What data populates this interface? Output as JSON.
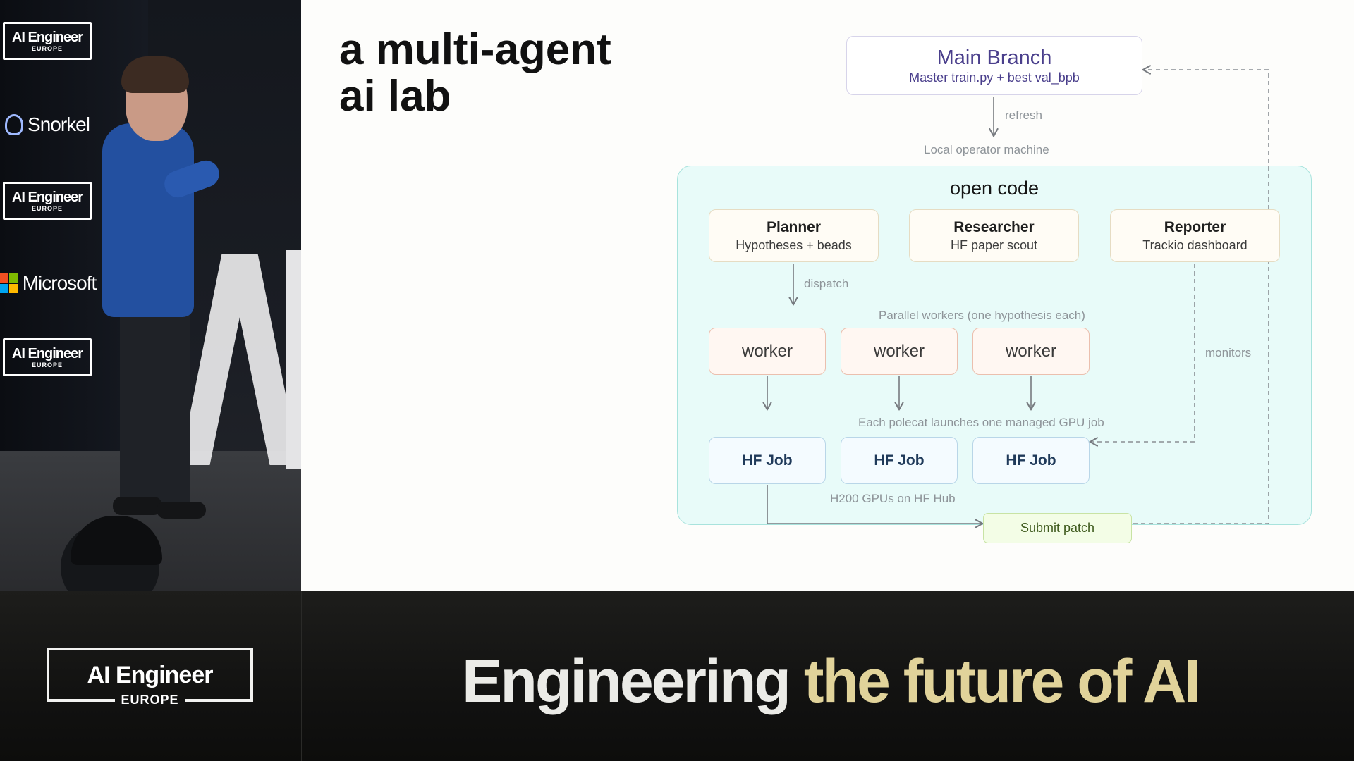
{
  "stage": {
    "sponsors": [
      {
        "name": "AI Engineer",
        "sub": "EUROPE"
      },
      {
        "name": "Snorkel",
        "sub": ""
      },
      {
        "name": "AI Engineer",
        "sub": "EUROPE"
      },
      {
        "name": "Microsoft",
        "sub": ""
      },
      {
        "name": "AI Engineer",
        "sub": "EUROPE"
      }
    ]
  },
  "slide": {
    "title_line1": "a multi-agent",
    "title_line2": "ai lab",
    "main_branch": {
      "title": "Main Branch",
      "subtitle": "Master train.py + best val_bpb"
    },
    "refresh_label": "refresh",
    "local_machine_label": "Local operator machine",
    "open_code_title": "open code",
    "planner": {
      "title": "Planner",
      "subtitle": "Hypotheses + beads"
    },
    "researcher": {
      "title": "Researcher",
      "subtitle": "HF paper scout"
    },
    "reporter": {
      "title": "Reporter",
      "subtitle": "Trackio dashboard"
    },
    "dispatch_label": "dispatch",
    "parallel_label": "Parallel workers (one hypothesis each)",
    "workers": [
      "worker",
      "worker",
      "worker"
    ],
    "monitors_label": "monitors",
    "polecat_label": "Each polecat launches one managed GPU job",
    "hf_jobs": [
      "HF Job",
      "HF Job",
      "HF Job"
    ],
    "gpu_label": "H200 GPUs on HF Hub",
    "submit_patch": "Submit patch"
  },
  "banner": {
    "logo_main": "AI Engineer",
    "logo_sub": "EUROPE",
    "tagline_part1": "Engineering ",
    "tagline_part2": "the future of AI"
  },
  "colors": {
    "main_branch_text": "#4a3f8c",
    "open_code_bg": "#e8fbf9",
    "worker_border": "#ebbfae",
    "hfjob_text": "#1f3a5a",
    "submit_patch_text": "#3e5a1d",
    "tagline_white": "#ebebe7",
    "tagline_gold": "#e1d39a",
    "connector": "#777b80"
  }
}
